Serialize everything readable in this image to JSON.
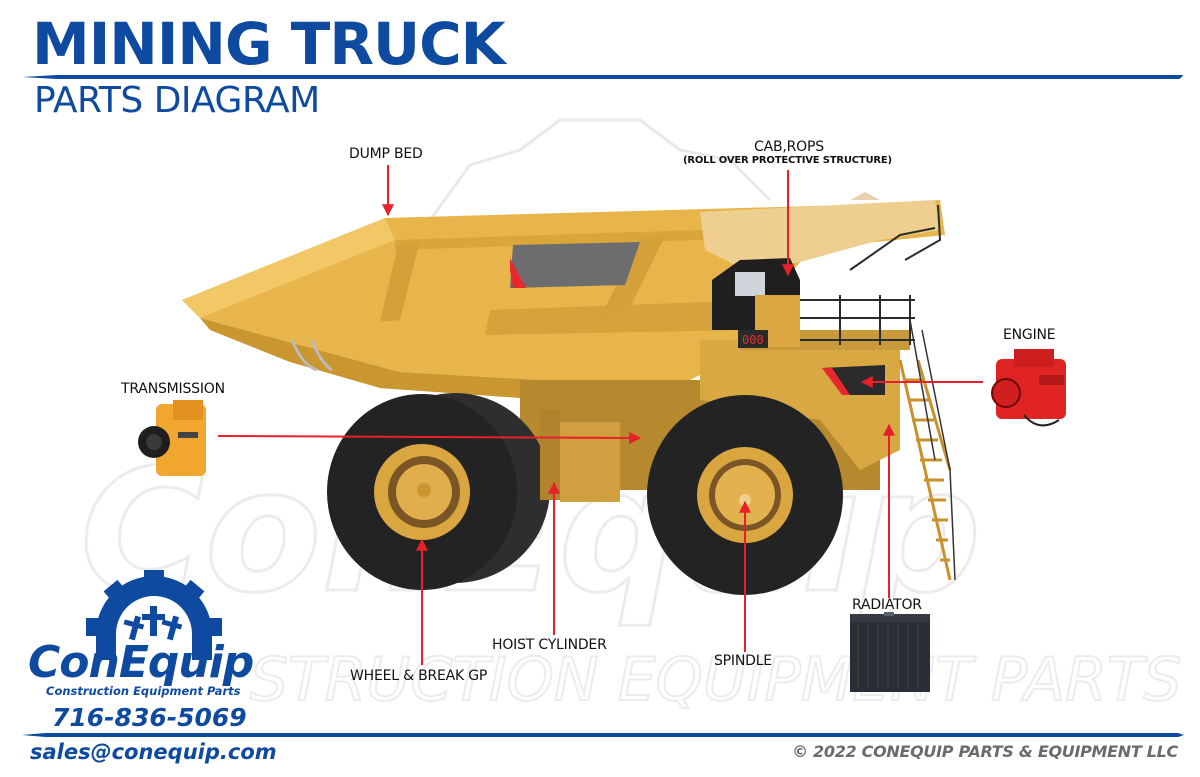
{
  "header": {
    "title": "MINING TRUCK",
    "subtitle": "PARTS DIAGRAM"
  },
  "diagram": {
    "subject": "Mining haul truck",
    "arrow_color": "#e8202a",
    "labels": [
      {
        "id": "dump-bed",
        "text": "DUMP BED"
      },
      {
        "id": "cab-rops",
        "text": "CAB,ROPS",
        "subtext": "(ROLL OVER PROTECTIVE STRUCTURE)"
      },
      {
        "id": "engine",
        "text": "ENGINE"
      },
      {
        "id": "transmission",
        "text": "TRANSMISSION"
      },
      {
        "id": "radiator",
        "text": "RADIATOR"
      },
      {
        "id": "hoist-cylinder",
        "text": "HOIST CYLINDER"
      },
      {
        "id": "spindle",
        "text": "SPINDLE"
      },
      {
        "id": "wheel-brake",
        "text": "WHEEL & BREAK GP"
      }
    ],
    "display_panel": "000"
  },
  "brand": {
    "name": "ConEquip",
    "tagline": "Construction Equipment Parts",
    "phone": "716-836-5069",
    "email": "sales@conequip.com",
    "primary_color": "#0e4aa0"
  },
  "watermark": {
    "text": "CONEQUIP CONSTRUCTION EQUIPMENT PARTS"
  },
  "footer": {
    "copyright": "© 2022 CONEQUIP PARTS & EQUIPMENT LLC"
  }
}
